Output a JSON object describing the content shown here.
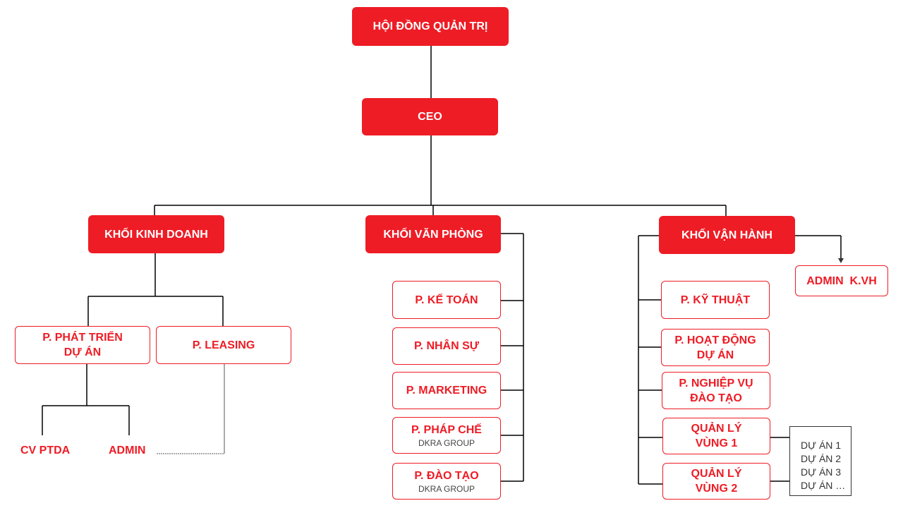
{
  "board": "HỘI ĐỒNG QUẢN TRỊ",
  "ceo": "CEO",
  "divisions": {
    "business": "KHỐI KINH DOANH",
    "office": "KHỐI VĂN PHÒNG",
    "operations": "KHỐI VẬN HÀNH"
  },
  "business_units": {
    "project_dev_line1": "P. PHÁT TRIỂN",
    "project_dev_line2": "DỰ ÁN",
    "leasing": "P. LEASING",
    "cv_ptda": "CV PTDA",
    "admin": "ADMIN"
  },
  "office_units": {
    "accounting": "P. KẾ TOÁN",
    "hr": "P. NHÂN SỰ",
    "marketing": "P. MARKETING",
    "legal": "P. PHÁP CHẾ",
    "legal_sub": "DKRA GROUP",
    "training": "P. ĐÀO TẠO",
    "training_sub": "DKRA GROUP"
  },
  "operations_units": {
    "admin_kvh": "ADMIN  K.VH",
    "technical": "P. KỸ THUẬT",
    "project_ops_line1": "P. HOẠT ĐỘNG",
    "project_ops_line2": "DỰ ÁN",
    "training_ops_line1": "P. NGHIỆP VỤ",
    "training_ops_line2": "ĐÀO TẠO",
    "region1_line1": "QUẢN LÝ",
    "region1_line2": "VÙNG 1",
    "region2_line1": "QUẢN LÝ",
    "region2_line2": "VÙNG 2"
  },
  "projects": [
    "DỰ ÁN 1",
    "DỰ ÁN 2",
    "DỰ ÁN 3",
    "DỰ ÁN …"
  ],
  "colors": {
    "brand_red": "#ee1c25",
    "line": "#000000",
    "text_gray": "#444444"
  }
}
